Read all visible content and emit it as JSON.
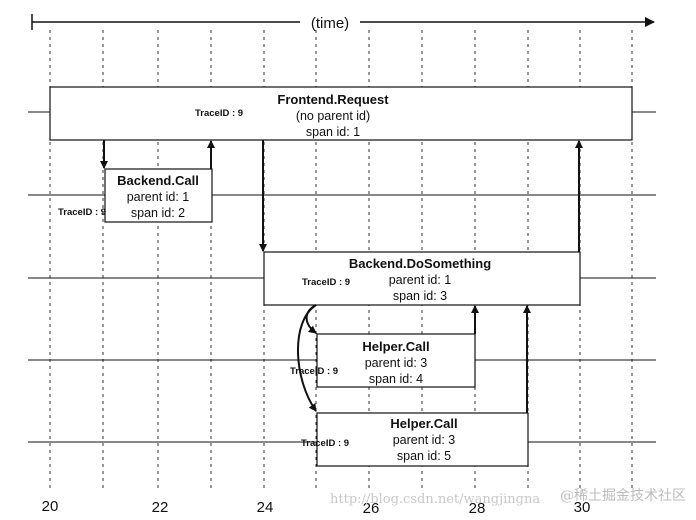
{
  "time_axis": {
    "label": "(time)",
    "ticks": [
      "20",
      "22",
      "24",
      "26",
      "28",
      "30"
    ]
  },
  "spans": [
    {
      "name": "Frontend.Request",
      "parent": "(no parent id)",
      "span": "span id: 1",
      "trace": "TraceID : 9"
    },
    {
      "name": "Backend.Call",
      "parent": "parent id: 1",
      "span": "span id: 2",
      "trace": "TraceID : 9"
    },
    {
      "name": "Backend.DoSomething",
      "parent": "parent id: 1",
      "span": "span id: 3",
      "trace": "TraceID : 9"
    },
    {
      "name": "Helper.Call",
      "parent": "parent id: 3",
      "span": "span id: 4",
      "trace": "TraceID : 9"
    },
    {
      "name": "Helper.Call",
      "parent": "parent id: 3",
      "span": "span id: 5",
      "trace": "TraceID : 9"
    }
  ],
  "watermark": {
    "url": "http://blog.csdn.net/wangjingna",
    "brand": "@稀土掘金技术社区"
  },
  "colors": {
    "ink": "#111111",
    "grid": "#333333",
    "watermark": "#c8c8c8"
  }
}
